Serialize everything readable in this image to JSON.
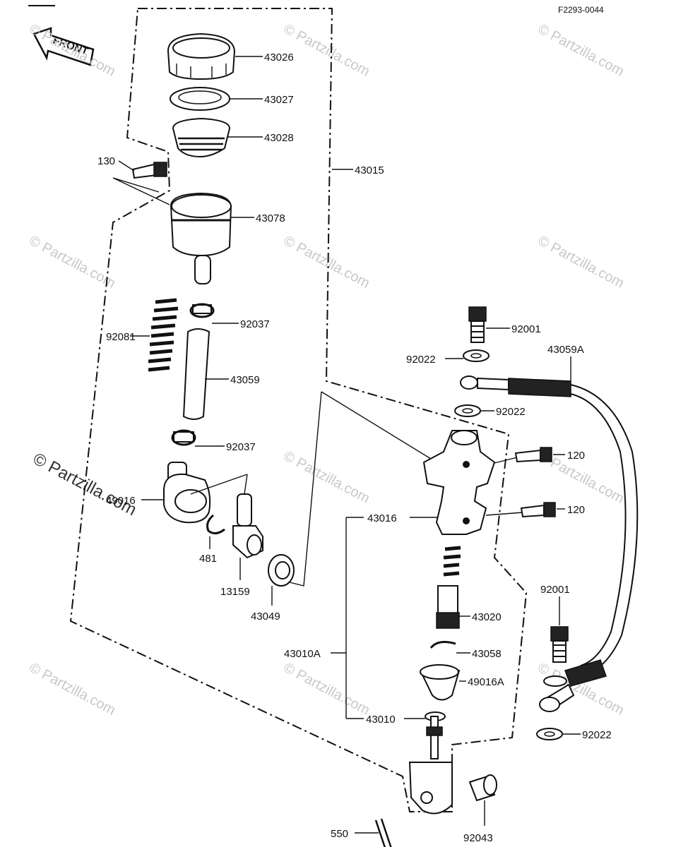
{
  "diagram_code": "F2293-0044",
  "front_label": "FRONT",
  "watermarks": {
    "small": "© Partzilla.com",
    "large": "© Partzilla.com"
  },
  "parts": {
    "p43026": "43026",
    "p43027": "43027",
    "p43028": "43028",
    "p130": "130",
    "p43015": "43015",
    "p43078": "43078",
    "p92037_a": "92037",
    "p92081": "92081",
    "p43059": "43059",
    "p92037_b": "92037",
    "p49016": "49016",
    "p481": "481",
    "p13159": "13159",
    "p43049": "43049",
    "p92001_a": "92001",
    "p92022_a": "92022",
    "p43059A": "43059A",
    "p92022_b": "92022",
    "p120_a": "120",
    "p120_b": "120",
    "p43016": "43016",
    "p43020": "43020",
    "p43010A": "43010A",
    "p43058": "43058",
    "p49016A": "49016A",
    "p43010": "43010",
    "p92001_b": "92001",
    "p92022_c": "92022",
    "p550": "550",
    "p92043": "92043"
  }
}
